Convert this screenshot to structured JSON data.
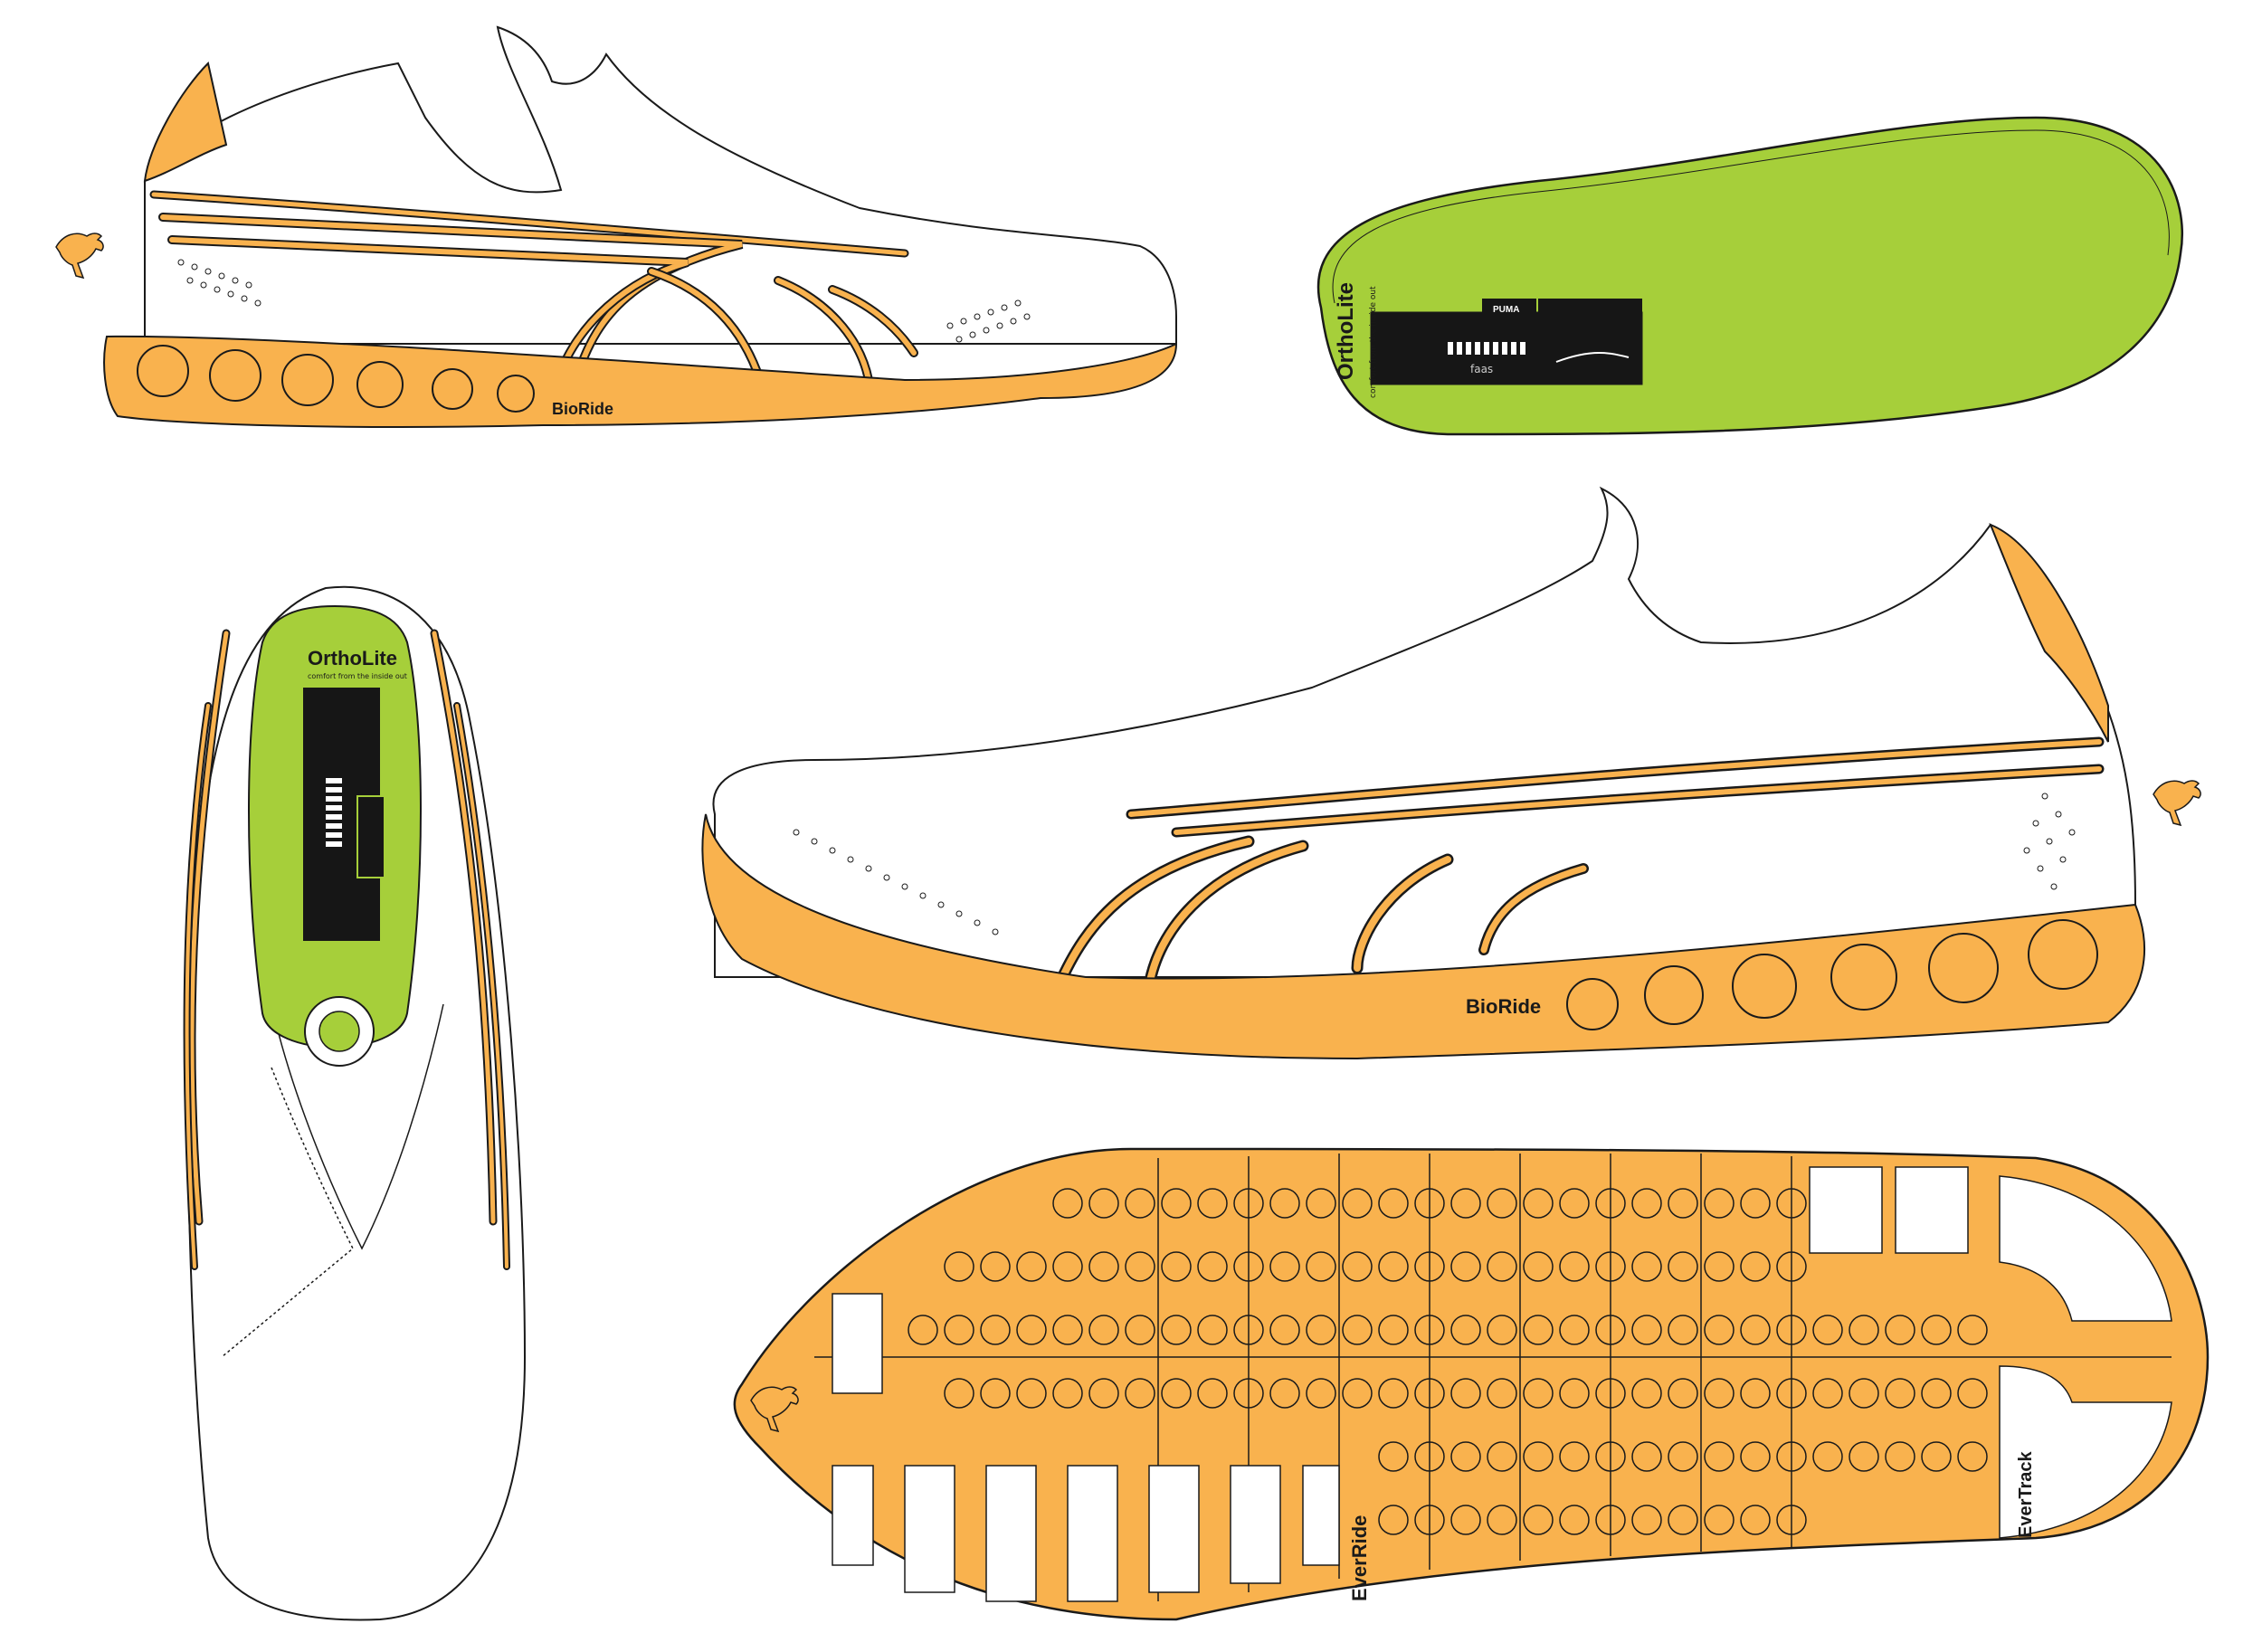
{
  "colors": {
    "sole_orange": "#f9b24e",
    "insole_green": "#a6cf3a",
    "line": "#1a1a1a",
    "upper_white": "#ffffff",
    "panel_black": "#161616"
  },
  "views": {
    "side_view_small": {
      "sole_brand": "BioRide"
    },
    "insole_view": {
      "brand": "OrthoLite",
      "tagline": "comfort from the inside out",
      "logo_text": "PUMA",
      "sub_brand": "faas"
    },
    "top_view": {
      "brand": "OrthoLite",
      "tagline": "comfort from the inside out"
    },
    "side_view_large": {
      "sole_brand": "BioRide"
    },
    "outsole_view": {
      "label_forefoot": "EverRide",
      "label_heel": "EverTrack"
    }
  },
  "icons": {
    "brand_logo": "puma-cat-icon"
  }
}
